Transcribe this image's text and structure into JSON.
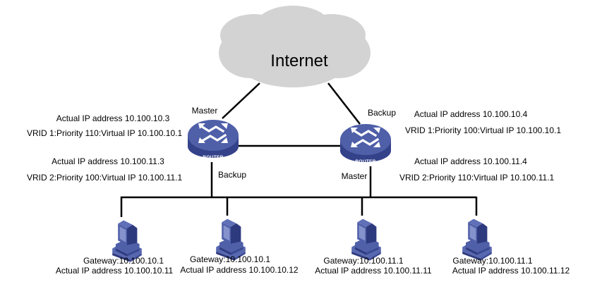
{
  "colors": {
    "cloud": "#d3d3d3",
    "device_blue": "#4f5fa8",
    "device_dark": "#2e3a7e",
    "device_light": "#7f8cc8",
    "line": "#000000"
  },
  "internet": {
    "label": "Internet",
    "icon": "cloud-icon"
  },
  "routers": [
    {
      "id": "router-a",
      "icon": "router-icon",
      "device_label": "ROUTER",
      "upper_role": "Master",
      "lower_role": "Backup",
      "vrid1_actual_ip": "Actual IP address 10.100.10.3",
      "vrid1_line": "VRID 1:Priority 110:Virtual IP  10.100.10.1",
      "vrid2_actual_ip": "Actual IP address 10.100.11.3",
      "vrid2_line": "VRID 2:Priority 100:Virtual IP  10.100.11.1"
    },
    {
      "id": "router-b",
      "icon": "router-icon",
      "device_label": "ROUTER",
      "upper_role": "Backup",
      "lower_role": "Master",
      "vrid1_actual_ip": "Actual IP address 10.100.10.4",
      "vrid1_line": "VRID 1:Priority 100:Virtual IP  10.100.10.1",
      "vrid2_actual_ip": "Actual IP address 10.100.11.4",
      "vrid2_line": "VRID 2:Priority 110:Virtual IP  10.100.11.1"
    }
  ],
  "hosts": [
    {
      "icon": "pc-icon",
      "gateway": "Gateway:10.100.10.1",
      "actual_ip": "Actual IP address 10.100.10.11"
    },
    {
      "icon": "pc-icon",
      "gateway": "Gateway:10.100.10.1",
      "actual_ip": "Actual IP address 10.100.10.12"
    },
    {
      "icon": "pc-icon",
      "gateway": "Gateway:10.100.11.1",
      "actual_ip": "Actual IP address 10.100.11.11"
    },
    {
      "icon": "pc-icon",
      "gateway": "Gateway:10.100.11.1",
      "actual_ip": "Actual IP address 10.100.11.12"
    }
  ]
}
